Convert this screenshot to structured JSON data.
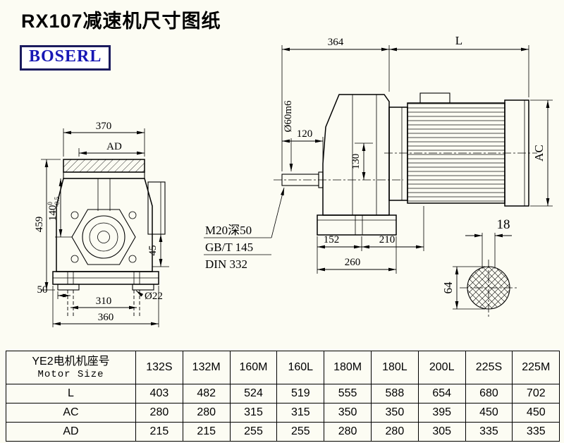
{
  "page": {
    "title": "RX107减速机尺寸图纸",
    "logo": "BOSERL"
  },
  "front": {
    "dim_370": "370",
    "dim_ad": "AD",
    "dim_459": "459",
    "dim_140": "140",
    "tol_hi": "0",
    "tol_lo": "-0.5",
    "dim_45": "45",
    "dim_50": "50",
    "dim_o22": "Ø22",
    "dim_310": "310",
    "dim_360": "360"
  },
  "side": {
    "dim_364": "364",
    "dim_l": "L",
    "shaft": "Ø60m6",
    "dim_120": "120",
    "dim_130": "130",
    "dim_ac": "AC",
    "tap1": "M20深50",
    "tap2": "GB/T 145",
    "tap3": "DIN 332",
    "dim_152": "152",
    "dim_210": "210",
    "dim_260": "260"
  },
  "detail": {
    "dim_18": "18",
    "dim_64": "64"
  },
  "table": {
    "rowheader_line1": "YE2电机机座号",
    "rowheader_line2": "Motor Size",
    "columns": [
      "132S",
      "132M",
      "160M",
      "160L",
      "180M",
      "180L",
      "200L",
      "225S",
      "225M"
    ],
    "rows": [
      {
        "label": "L",
        "values": [
          "403",
          "482",
          "524",
          "519",
          "555",
          "588",
          "654",
          "680",
          "702"
        ]
      },
      {
        "label": "AC",
        "values": [
          "280",
          "280",
          "315",
          "315",
          "350",
          "350",
          "395",
          "450",
          "450"
        ]
      },
      {
        "label": "AD",
        "values": [
          "215",
          "215",
          "255",
          "255",
          "280",
          "280",
          "305",
          "335",
          "335"
        ]
      }
    ]
  },
  "colors": {
    "logo_blue": "#1717b5",
    "logo_border": "#1b1b5e",
    "line": "#000000"
  }
}
